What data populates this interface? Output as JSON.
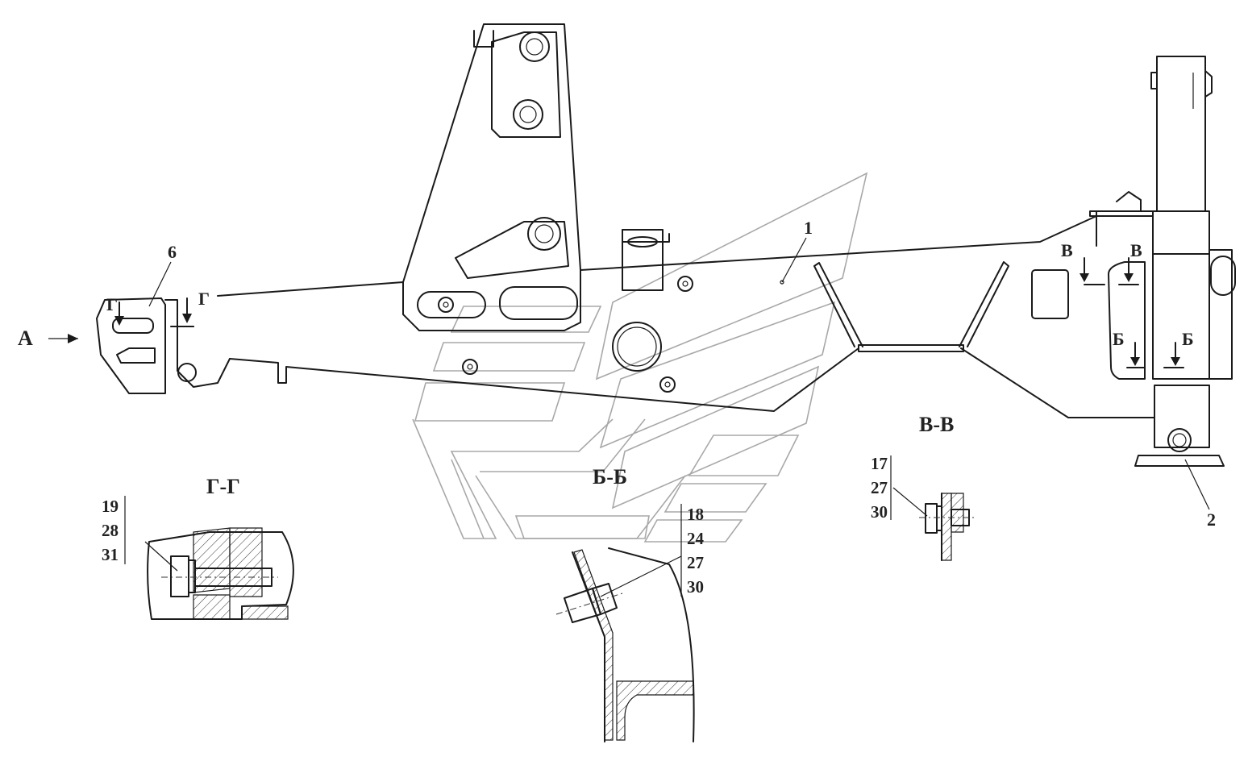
{
  "title": "",
  "view_arrow": {
    "label": "А"
  },
  "callouts": [
    {
      "id": "callout-1",
      "text": "1"
    },
    {
      "id": "callout-2",
      "text": "2"
    },
    {
      "id": "callout-6",
      "text": "6"
    }
  ],
  "section_marks": {
    "g": "Г",
    "v": "В",
    "b": "Б"
  },
  "section_views": [
    {
      "id": "gg",
      "title": "Г-Г",
      "items": [
        "19",
        "28",
        "31"
      ]
    },
    {
      "id": "bb",
      "title": "Б-Б",
      "items": [
        "18",
        "24",
        "27",
        "30"
      ]
    },
    {
      "id": "vv",
      "title": "В-В",
      "items": [
        "17",
        "27",
        "30"
      ]
    }
  ]
}
